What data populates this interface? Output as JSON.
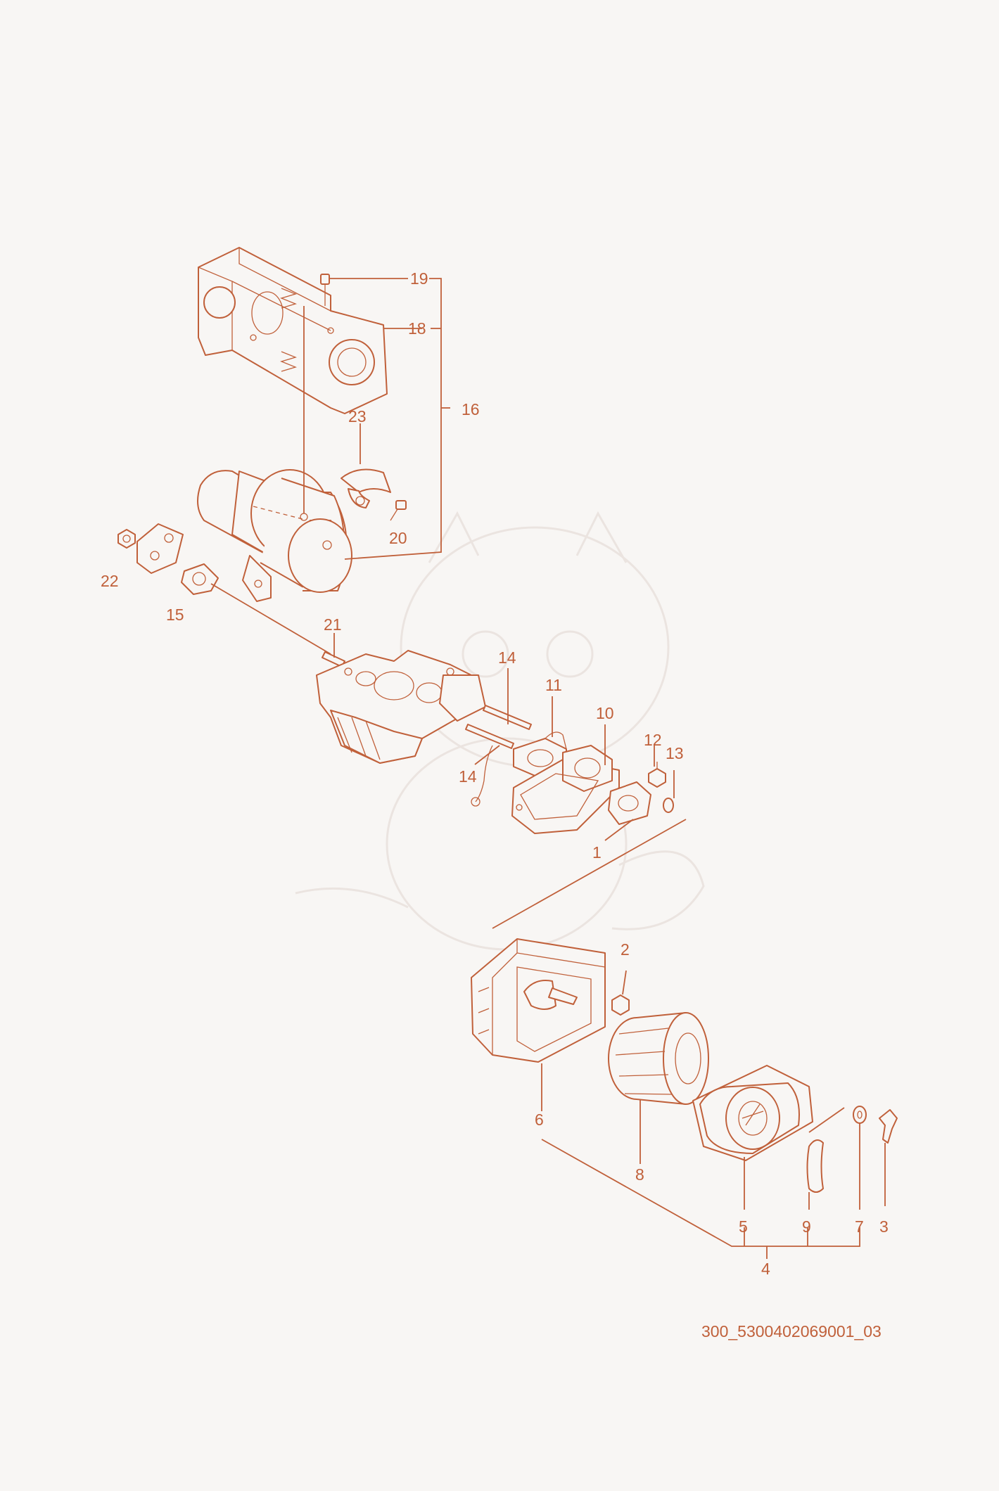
{
  "drawing_code": "300_5300402069001_03",
  "colors": {
    "line": "#c0603a",
    "background": "#f8f6f4",
    "watermark": "#ebe4e0"
  },
  "callouts": {
    "c1": "1",
    "c2": "2",
    "c3": "3",
    "c4": "4",
    "c5": "5",
    "c6": "6",
    "c7": "7",
    "c8": "8",
    "c9": "9",
    "c10": "10",
    "c11": "11",
    "c12": "12",
    "c13": "13",
    "c14a": "14",
    "c14b": "14",
    "c15": "15",
    "c16": "16",
    "c18": "18",
    "c19": "19",
    "c20": "20",
    "c21": "21",
    "c22": "22",
    "c23": "23"
  }
}
